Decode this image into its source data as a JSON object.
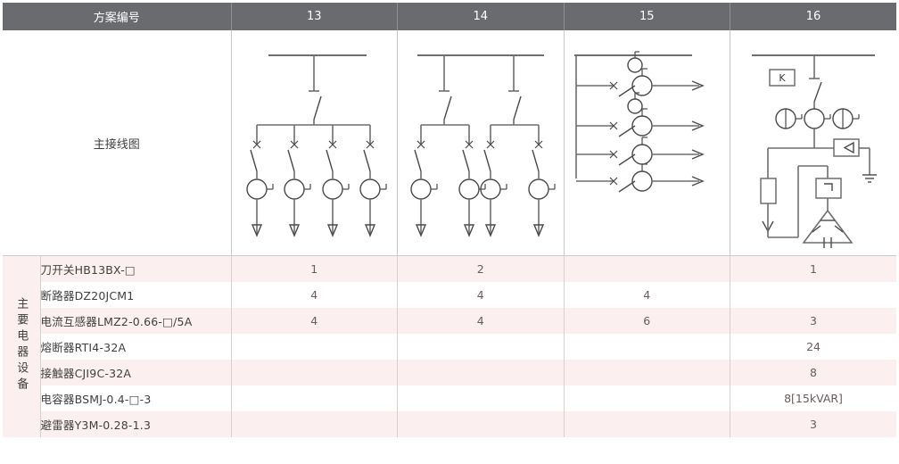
{
  "table": {
    "header": {
      "row_label": "方案编号",
      "columns": [
        "13",
        "14",
        "15",
        "16"
      ]
    },
    "diagram_row": {
      "label": "主接线图"
    },
    "group_label": "主要电器设备",
    "rows": [
      {
        "name": "刀开关HB13BX-□",
        "values": [
          "1",
          "2",
          "",
          "1"
        ]
      },
      {
        "name": "断路器DZ20JCM1",
        "values": [
          "4",
          "4",
          "4",
          ""
        ]
      },
      {
        "name": "电流互感器LMZ2-0.66-□/5A",
        "values": [
          "4",
          "4",
          "6",
          "3"
        ]
      },
      {
        "name": "熔断器RTI4-32A",
        "values": [
          "",
          "",
          "",
          "24"
        ]
      },
      {
        "name": "接触器CJI9C-32A",
        "values": [
          "",
          "",
          "",
          "8"
        ]
      },
      {
        "name": "电容器BSMJ-0.4-□-3",
        "values": [
          "",
          "",
          "",
          "8[15kVAR]"
        ]
      },
      {
        "name": "避雷器Y3M-0.28-1.3",
        "values": [
          "",
          "",
          "",
          "3"
        ]
      }
    ]
  },
  "diagrams": {
    "col13": {
      "name": "single-incoming-four-feeder-diagram",
      "branches": 4,
      "incoming_switches": 1
    },
    "col14": {
      "name": "dual-incoming-four-feeder-diagram",
      "branches": 4,
      "incoming_switches": 2
    },
    "col15": {
      "name": "horizontal-bus-four-feeder-diagram",
      "branches": 4,
      "extra_ct": 2
    },
    "col16": {
      "name": "capacitor-compensation-diagram",
      "k_label": "K",
      "ct_count": 3
    }
  },
  "colors": {
    "header_bg": "#696b6f",
    "header_text": "#ffffff",
    "row_alt_bg": "#fbf0ef",
    "row_bg": "#ffffff",
    "grid": "#c9c9c9",
    "line": "#6e6e6e"
  }
}
